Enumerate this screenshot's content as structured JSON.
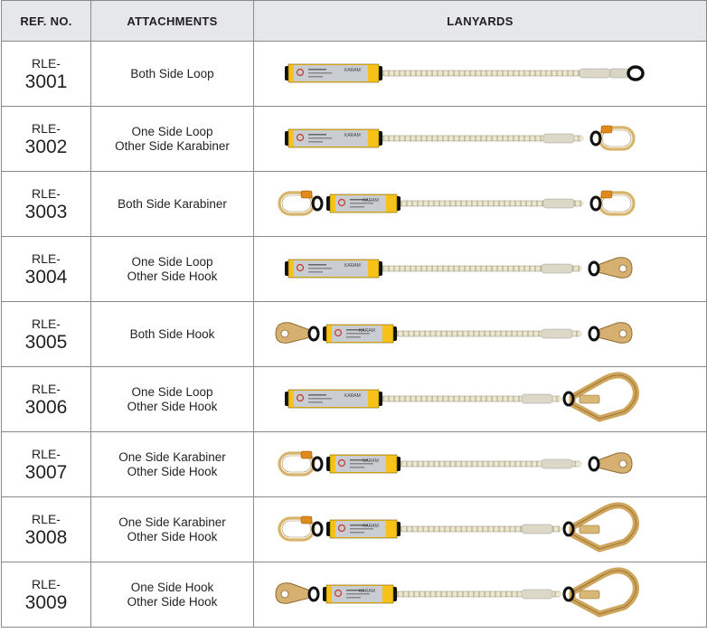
{
  "headers": {
    "ref": "REF. NO.",
    "attachments": "ATTACHMENTS",
    "lanyards": "LANYARDS"
  },
  "brand": "KARAM",
  "colors": {
    "rope": "#ece7cf",
    "absorber_yellow": "#f6c21a",
    "silver": "#c9ccd0",
    "gold": "#d8b46b",
    "black": "#111111"
  },
  "rows": [
    {
      "prefix": "RLE-",
      "number": "3001",
      "lines": [
        "Both Side Loop"
      ],
      "left": "loop",
      "right": "loop"
    },
    {
      "prefix": "RLE-",
      "number": "3002",
      "lines": [
        "One Side Loop",
        "Other Side Karabiner"
      ],
      "left": "loop",
      "right": "karabiner"
    },
    {
      "prefix": "RLE-",
      "number": "3003",
      "lines": [
        "Both Side Karabiner"
      ],
      "left": "karabiner",
      "right": "karabiner"
    },
    {
      "prefix": "RLE-",
      "number": "3004",
      "lines": [
        "One Side Loop",
        "Other Side Hook"
      ],
      "left": "loop",
      "right": "hook"
    },
    {
      "prefix": "RLE-",
      "number": "3005",
      "lines": [
        "Both Side Hook"
      ],
      "left": "hook",
      "right": "hook"
    },
    {
      "prefix": "RLE-",
      "number": "3006",
      "lines": [
        "One Side Loop",
        "Other Side Hook"
      ],
      "left": "loop",
      "right": "bighook"
    },
    {
      "prefix": "RLE-",
      "number": "3007",
      "lines": [
        "One Side Karabiner",
        "Other Side Hook"
      ],
      "left": "karabiner",
      "right": "hook"
    },
    {
      "prefix": "RLE-",
      "number": "3008",
      "lines": [
        "One Side Karabiner",
        "Other Side Hook"
      ],
      "left": "karabiner",
      "right": "bighook"
    },
    {
      "prefix": "RLE-",
      "number": "3009",
      "lines": [
        "One Side Hook",
        "Other Side Hook"
      ],
      "left": "hook",
      "right": "bighook"
    }
  ]
}
